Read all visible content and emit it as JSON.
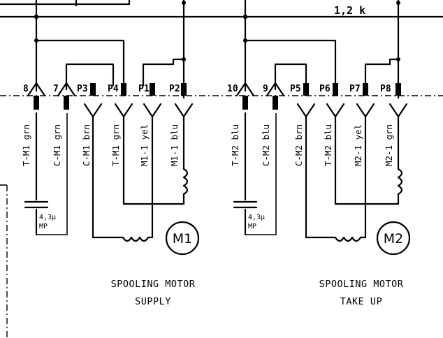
{
  "header": {
    "resistor_value": "1,2 k"
  },
  "motors": [
    {
      "symbol": "M1",
      "caption_line1": "SPOOLING MOTOR",
      "caption_line2": "SUPPLY",
      "capacitor_value": "4,3μ",
      "capacitor_type": "MP",
      "pins": [
        "8",
        "7",
        "P3",
        "P4",
        "P1",
        "P2"
      ],
      "wire_labels": [
        "T-M1  grn",
        "C-M1  grn",
        "C-M1  brn",
        "T-M1  grn",
        "M1-1  yel",
        "M1-1  blu"
      ]
    },
    {
      "symbol": "M2",
      "caption_line1": "SPOOLING MOTOR",
      "caption_line2": "TAKE UP",
      "capacitor_value": "4,3μ",
      "capacitor_type": "MP",
      "pins": [
        "10",
        "9",
        "P5",
        "P6",
        "P7",
        "P8"
      ],
      "wire_labels": [
        "T-M2  blu",
        "C-M2  blu",
        "C-M2  brn",
        "T-M2  blu",
        "M2-1  yel",
        "M2-1  grn"
      ]
    }
  ]
}
